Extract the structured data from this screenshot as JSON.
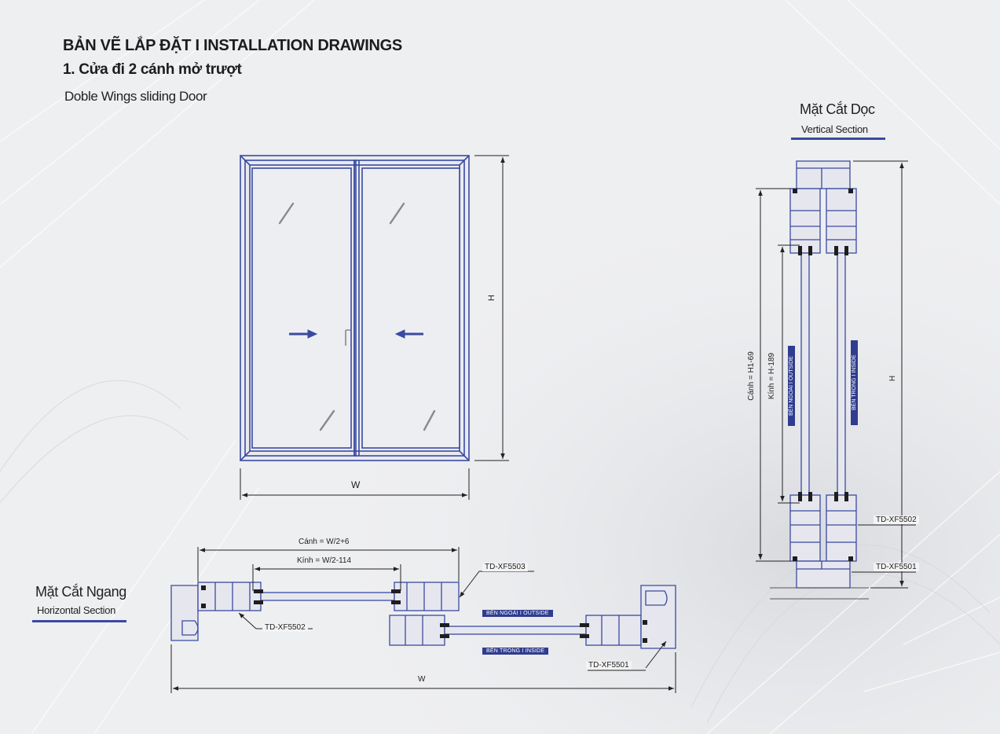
{
  "header": {
    "title": "BẢN VẼ LẮP ĐẶT  I  INSTALLATION DRAWINGS",
    "item": "1. Cửa đi 2 cánh mở trượt",
    "item_en": "Doble Wings sliding Door"
  },
  "elevation": {
    "width_label": "W",
    "height_label": "H"
  },
  "vertical_section": {
    "title_vi": "Mặt Cắt Dọc",
    "title_en": "Vertical Section",
    "dim_sash": "Cánh = H1-69",
    "dim_glass": "Kính = H-189",
    "dim_height": "H",
    "label_outside": "BÊN NGOÀI   I  OUTSIDE",
    "label_inside": "BÊN TRONG   I  INSIDE",
    "code_sash": "TD-XF5502",
    "code_frame": "TD-XF5501"
  },
  "horizontal_section": {
    "title_vi": "Mặt Cắt Ngang",
    "title_en": "Horizontal Section",
    "dim_sash": "Cánh = W/2+6",
    "dim_glass": "Kính = W/2-114",
    "dim_width": "W",
    "code_interlock": "TD-XF5503",
    "code_sash": "TD-XF5502",
    "code_frame": "TD-XF5501",
    "label_outside": "BÊN NGOÀI  I  OUTSIDE",
    "label_inside": "BÊN TRONG   I  INSIDE"
  },
  "colors": {
    "profile": "#3a4aa0",
    "tag": "#2f3c8f",
    "gasket": "#1e1e1e"
  }
}
